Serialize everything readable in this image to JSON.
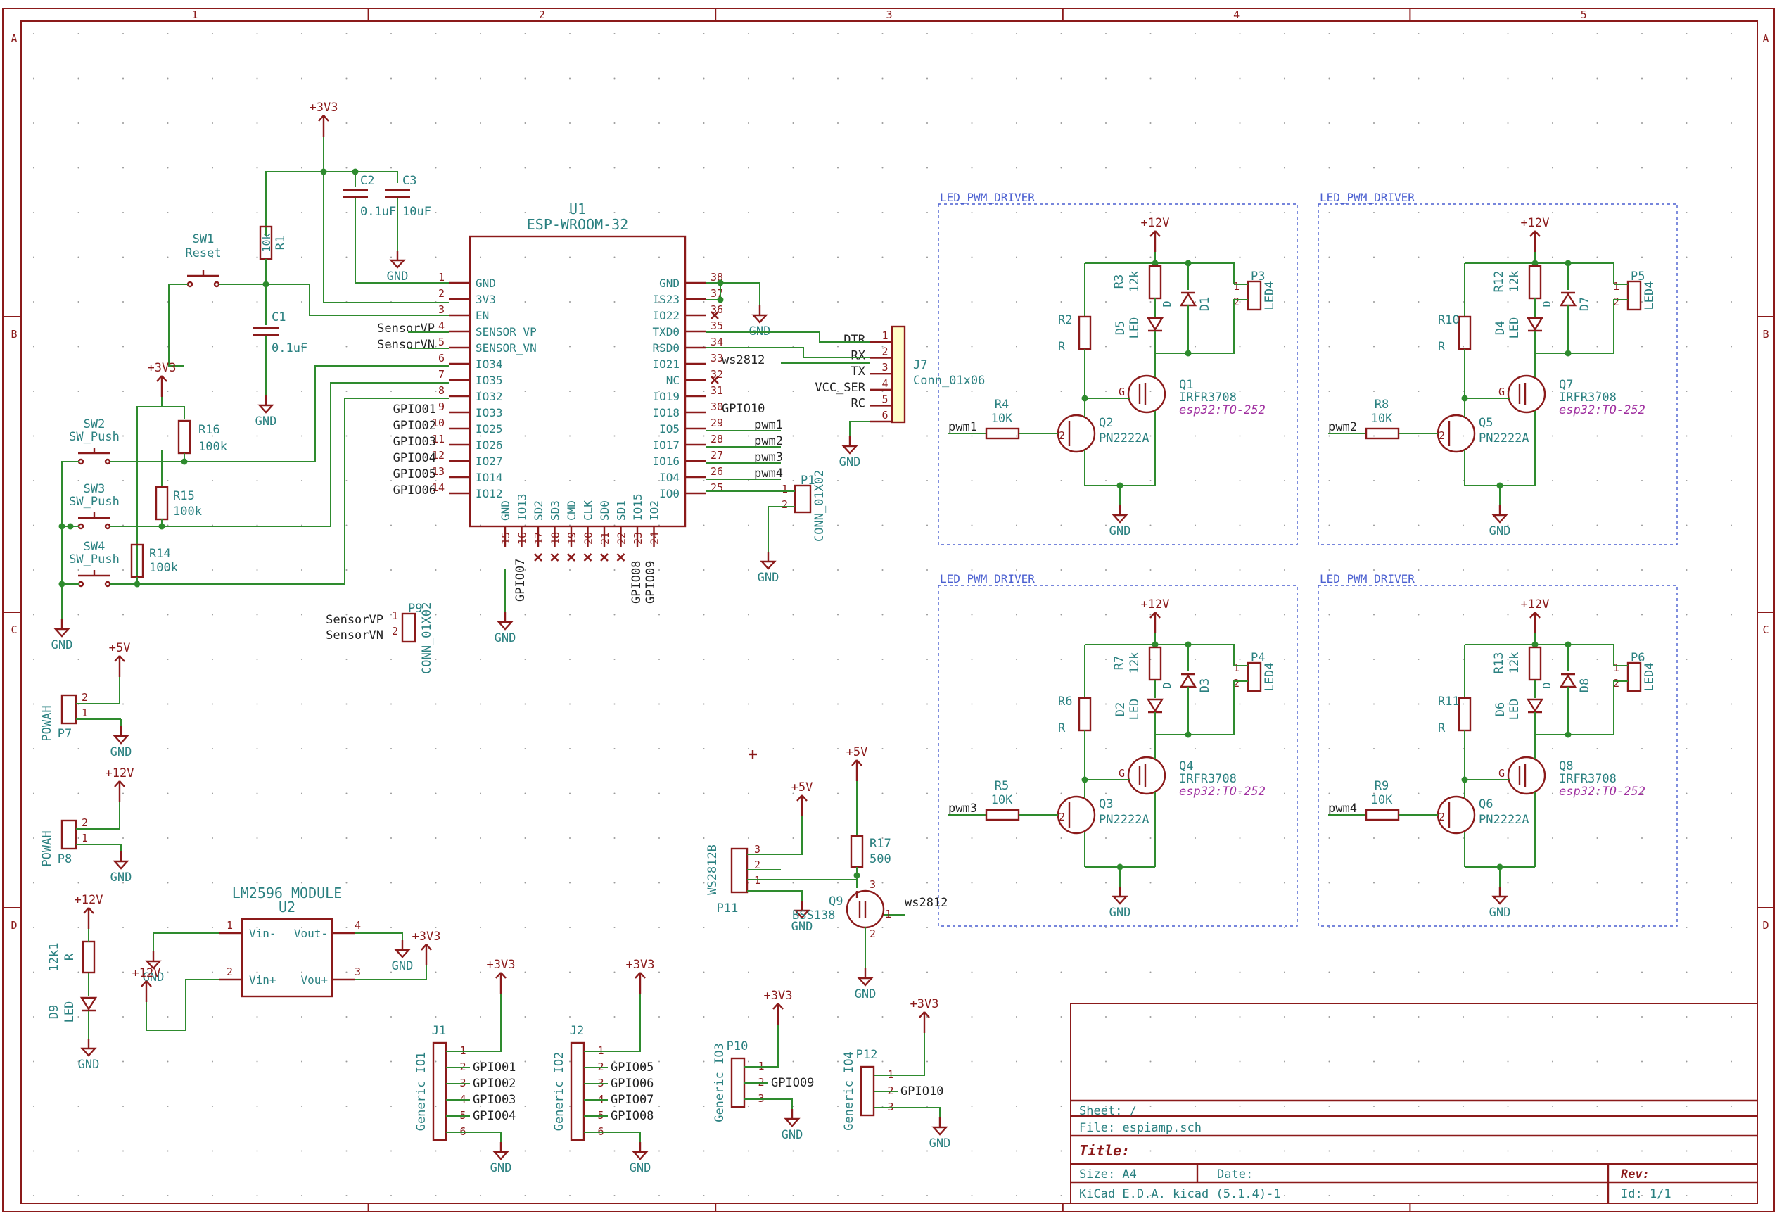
{
  "frame": {
    "col_labels": [
      "1",
      "2",
      "3",
      "4",
      "5"
    ],
    "row_labels": [
      "A",
      "B",
      "C",
      "D"
    ]
  },
  "power": {
    "v33": "+3V3",
    "v12": "+12V",
    "v5": "+5V",
    "gnd": "GND"
  },
  "u1": {
    "ref": "U1",
    "value": "ESP-WROOM-32",
    "left_pins": [
      {
        "num": "1",
        "name": "GND"
      },
      {
        "num": "2",
        "name": "3V3"
      },
      {
        "num": "3",
        "name": "EN"
      },
      {
        "num": "4",
        "name": "SENSOR_VP"
      },
      {
        "num": "5",
        "name": "SENSOR_VN"
      },
      {
        "num": "6",
        "name": "IO34"
      },
      {
        "num": "7",
        "name": "IO35"
      },
      {
        "num": "8",
        "name": "IO32"
      },
      {
        "num": "9",
        "name": "IO33"
      },
      {
        "num": "10",
        "name": "IO25"
      },
      {
        "num": "11",
        "name": "IO26"
      },
      {
        "num": "12",
        "name": "IO27"
      },
      {
        "num": "13",
        "name": "IO14"
      },
      {
        "num": "14",
        "name": "IO12"
      }
    ],
    "right_pins": [
      {
        "num": "38",
        "name": "GND"
      },
      {
        "num": "37",
        "name": "IS23"
      },
      {
        "num": "36",
        "name": "IO22"
      },
      {
        "num": "35",
        "name": "TXD0"
      },
      {
        "num": "34",
        "name": "RSD0"
      },
      {
        "num": "33",
        "name": "IO21"
      },
      {
        "num": "32",
        "name": "NC"
      },
      {
        "num": "31",
        "name": "IO19"
      },
      {
        "num": "30",
        "name": "IO18"
      },
      {
        "num": "29",
        "name": "IO5"
      },
      {
        "num": "28",
        "name": "IO17"
      },
      {
        "num": "27",
        "name": "IO16"
      },
      {
        "num": "26",
        "name": "IO4"
      },
      {
        "num": "25",
        "name": "IO0"
      }
    ],
    "bottom_pins": [
      {
        "num": "15",
        "name": "GND"
      },
      {
        "num": "16",
        "name": "IO13"
      },
      {
        "num": "17",
        "name": "SD2"
      },
      {
        "num": "18",
        "name": "SD3"
      },
      {
        "num": "19",
        "name": "CMD"
      },
      {
        "num": "20",
        "name": "CLK"
      },
      {
        "num": "21",
        "name": "SD0"
      },
      {
        "num": "22",
        "name": "SD1"
      },
      {
        "num": "23",
        "name": "IO15"
      },
      {
        "num": "24",
        "name": "IO2"
      }
    ],
    "left_nets": [
      "SensorVP",
      "SensorVN",
      "GPIO01",
      "GPIO02",
      "GPIO03",
      "GPIO04",
      "GPIO05",
      "GPIO06"
    ],
    "right_nets": [
      "ws2812",
      "GPIO10",
      "pwm1",
      "pwm2",
      "pwm3",
      "pwm4"
    ],
    "bottom_nets": [
      "GPIO07",
      "GPIO08",
      "GPIO09"
    ]
  },
  "caps": {
    "c1": {
      "ref": "C1",
      "value": "0.1uF"
    },
    "c2": {
      "ref": "C2",
      "value": "0.1uF"
    },
    "c3": {
      "ref": "C3",
      "value": "10uF"
    }
  },
  "r1": {
    "ref": "R1",
    "value": "10k"
  },
  "sw1": {
    "ref": "SW1",
    "value": "Reset"
  },
  "sw2": {
    "ref": "SW2",
    "value": "SW_Push"
  },
  "sw3": {
    "ref": "SW3",
    "value": "SW_Push"
  },
  "sw4": {
    "ref": "SW4",
    "value": "SW_Push"
  },
  "r16": {
    "ref": "R16",
    "value": "100k"
  },
  "r15": {
    "ref": "R15",
    "value": "100k"
  },
  "r14": {
    "ref": "R14",
    "value": "100k"
  },
  "j7": {
    "ref": "J7",
    "value": "Conn_01x06",
    "pins": [
      {
        "num": "1",
        "name": "DTR"
      },
      {
        "num": "2",
        "name": "RX"
      },
      {
        "num": "3",
        "name": "TX"
      },
      {
        "num": "4",
        "name": "VCC_SER"
      },
      {
        "num": "5",
        "name": "RC"
      },
      {
        "num": "6",
        "name": ""
      }
    ]
  },
  "p1": {
    "ref": "P1",
    "value": "CONN_01X02"
  },
  "p9": {
    "ref": "P9",
    "value": "CONN_01X02",
    "nets": [
      "SensorVP",
      "SensorVN"
    ]
  },
  "p7": {
    "ref": "P7",
    "value": "POWAH"
  },
  "p8": {
    "ref": "P8",
    "value": "POWAH"
  },
  "d9": {
    "ref": "D9",
    "value": "LED",
    "r_ref": "12k1",
    "r_value": "R"
  },
  "u2": {
    "ref": "U2",
    "value": "LM2596_MODULE",
    "pins": [
      "Vin-",
      "Vout-",
      "Vin+",
      "Vou+"
    ]
  },
  "ws": {
    "p11_ref": "P11",
    "p11_value": "WS2812B",
    "q9_ref": "Q9",
    "q9_value": "BSS138",
    "r17_ref": "R17",
    "r17_value": "500",
    "net": "ws2812"
  },
  "headers": [
    {
      "ref": "J1",
      "value": "Generic IO1",
      "nets": [
        "GPIO01",
        "GPIO02",
        "GPIO03",
        "GPIO04"
      ]
    },
    {
      "ref": "J2",
      "value": "Generic IO2",
      "nets": [
        "GPIO05",
        "GPIO06",
        "GPIO07",
        "GPIO08"
      ]
    },
    {
      "ref": "P10",
      "value": "Generic IO3",
      "nets": [
        "GPIO09"
      ]
    },
    {
      "ref": "P12",
      "value": "Generic IO4",
      "nets": [
        "GPIO10"
      ]
    }
  ],
  "drivers": [
    {
      "title": "LED_PWM_DRIVER",
      "r_base": "R2",
      "r_gate": "R4",
      "r_gate_val": "10K",
      "r_led": "R3",
      "r_led_val": "12k",
      "led": "D5",
      "diode": "D1",
      "mos": "Q1",
      "mos_val": "IRFR3708",
      "mos_fp": "esp32:TO-252",
      "bjt": "Q2",
      "bjt_val": "PN2222A",
      "conn": "P3",
      "conn_val": "LED4",
      "net": "pwm1"
    },
    {
      "title": "LED_PWM_DRIVER",
      "r_base": "R10",
      "r_gate": "R8",
      "r_gate_val": "10K",
      "r_led": "R12",
      "r_led_val": "12k",
      "led": "D4",
      "diode": "D7",
      "mos": "Q7",
      "mos_val": "IRFR3708",
      "mos_fp": "esp32:TO-252",
      "bjt": "Q5",
      "bjt_val": "PN2222A",
      "conn": "P5",
      "conn_val": "LED4",
      "net": "pwm2"
    },
    {
      "title": "LED_PWM_DRIVER",
      "r_base": "R6",
      "r_gate": "R5",
      "r_gate_val": "10K",
      "r_led": "R7",
      "r_led_val": "12k",
      "led": "D2",
      "diode": "D3",
      "mos": "Q4",
      "mos_val": "IRFR3708",
      "mos_fp": "esp32:TO-252",
      "bjt": "Q3",
      "bjt_val": "PN2222A",
      "conn": "P4",
      "conn_val": "LED4",
      "net": "pwm3"
    },
    {
      "title": "LED_PWM_DRIVER",
      "r_base": "R11",
      "r_gate": "R9",
      "r_gate_val": "10K",
      "r_led": "R13",
      "r_led_val": "12k",
      "led": "D6",
      "diode": "D8",
      "mos": "Q8",
      "mos_val": "IRFR3708",
      "mos_fp": "esp32:TO-252",
      "bjt": "Q6",
      "bjt_val": "PN2222A",
      "conn": "P6",
      "conn_val": "LED4",
      "net": "pwm4"
    }
  ],
  "titleblock": {
    "sheet": "Sheet: /",
    "file": "File: espiamp.sch",
    "title": "Title:",
    "size": "Size: A4",
    "date": "Date:",
    "rev": "Rev:",
    "tool": "KiCad E.D.A.  kicad (5.1.4)-1",
    "id": "Id: 1/1"
  }
}
